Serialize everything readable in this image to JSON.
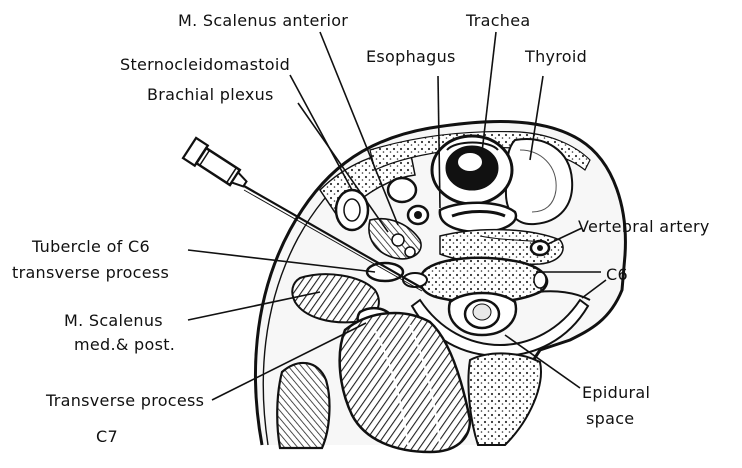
{
  "labels": {
    "m_scalenus_anterior": "M. Scalenus anterior",
    "trachea": "Trachea",
    "sternocleidomastoid": "Sternocleidomastoid",
    "esophagus": "Esophagus",
    "thyroid": "Thyroid",
    "brachial_plexus": "Brachial plexus",
    "vertebral_artery": "Vertebral artery",
    "tubercle_c6_line1": "Tubercle of C6",
    "tubercle_c6_line2": "transverse process",
    "c6": "C6",
    "m_scalenus_med_line1": "M. Scalenus",
    "m_scalenus_med_line2": "med.& post.",
    "transverse_process": "Transverse process",
    "c7": "C7",
    "epidural_line1": "Epidural",
    "epidural_line2": "space"
  },
  "colors": {
    "ink": "#111111",
    "background": "#ffffff",
    "tissue": "#f4f4f4",
    "muscle_dark": "#1a1a1a"
  },
  "icons": [
    "syringe-needle-icon"
  ]
}
